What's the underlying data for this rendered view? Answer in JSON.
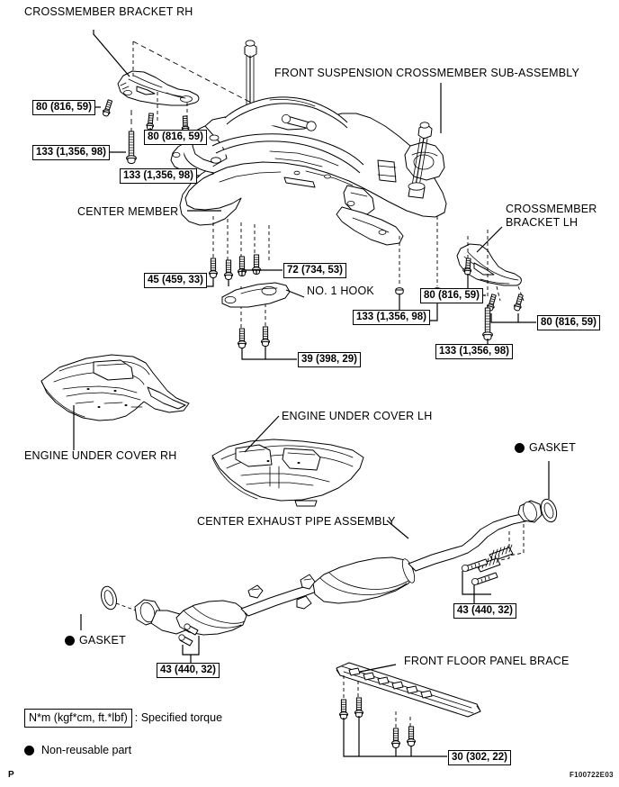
{
  "figure": {
    "id": "F100722E03",
    "page_mark": "P"
  },
  "labels": {
    "crossmember_bracket_rh": "CROSSMEMBER BRACKET RH",
    "front_suspension_crossmember_sub_assembly": "FRONT SUSPENSION CROSSMEMBER SUB-ASSEMBLY",
    "crossmember_bracket_lh": "CROSSMEMBER\nBRACKET LH",
    "center_member": "CENTER MEMBER",
    "no1_hook": "NO. 1 HOOK",
    "engine_under_cover_rh": "ENGINE UNDER COVER RH",
    "engine_under_cover_lh": "ENGINE UNDER COVER LH",
    "center_exhaust_pipe_assembly": "CENTER EXHAUST PIPE ASSEMBLY",
    "front_floor_panel_brace": "FRONT FLOOR PANEL BRACE",
    "gasket_right": "GASKET",
    "gasket_left": "GASKET"
  },
  "torque_specs": [
    {
      "id": "t-80-rh-upper",
      "value": "80 (816, 59)"
    },
    {
      "id": "t-133-rh-left",
      "value": "133 (1,356, 98)"
    },
    {
      "id": "t-80-rh-lower",
      "value": "80 (816, 59)"
    },
    {
      "id": "t-133-rh-low",
      "value": "133 (1,356, 98)"
    },
    {
      "id": "t-45-center",
      "value": "45 (459, 33)"
    },
    {
      "id": "t-72-hook",
      "value": "72 (734, 53)"
    },
    {
      "id": "t-39-hook",
      "value": "39 (398, 29)"
    },
    {
      "id": "t-80-lh-upper",
      "value": "80 (816, 59)"
    },
    {
      "id": "t-133-center",
      "value": "133 (1,356, 98)"
    },
    {
      "id": "t-80-lh-right",
      "value": "80 (816, 59)"
    },
    {
      "id": "t-133-lh-low",
      "value": "133 (1,356, 98)"
    },
    {
      "id": "t-43-exh-right",
      "value": "43 (440, 32)"
    },
    {
      "id": "t-43-exh-left",
      "value": "43 (440, 32)"
    },
    {
      "id": "t-30-brace",
      "value": "30 (302, 22)"
    }
  ],
  "legend": {
    "torque_key": "N*m (kgf*cm, ft.*lbf)",
    "torque_text": ": Specified torque",
    "non_reusable_text": "Non-reusable part"
  }
}
